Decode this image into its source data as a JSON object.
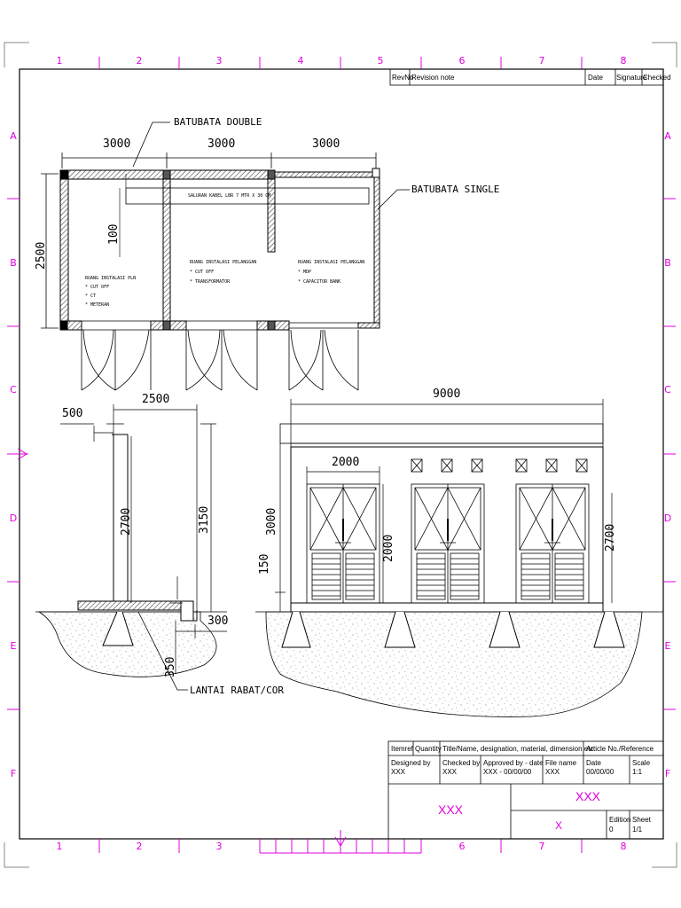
{
  "frame": {
    "zone_columns": [
      "1",
      "2",
      "3",
      "4",
      "5",
      "6",
      "7",
      "8"
    ],
    "zone_rows": [
      "A",
      "B",
      "C",
      "D",
      "E",
      "F"
    ],
    "accent_color": "#e000e0"
  },
  "revision_table": {
    "rev_no": "RevNo",
    "revision_note": "Revision note",
    "date": "Date",
    "signature": "Signature",
    "checked": "Checked"
  },
  "plan": {
    "dim_top": [
      "3000",
      "3000",
      "3000"
    ],
    "dim_side": "2500",
    "dim_inner": "100",
    "label_double": "BATUBATA DOUBLE",
    "label_single": "BATUBATA SINGLE",
    "cable_note": "SALURAN KABEL LBR 7 MTR X 30 CM",
    "room1": {
      "title": "RUANG INSTALASI PLN",
      "items": [
        "* CUT OFF",
        "* CT",
        "* METERAN"
      ]
    },
    "room2": {
      "title": "RUANG INSTALASI PELANGGAN",
      "items": [
        "* CUT OFF",
        "* TRANSFORMATOR"
      ]
    },
    "room3": {
      "title": "RUANG INSTALASI PELANGGAN",
      "items": [
        "* MDP",
        "* CAPACITOR BANK"
      ]
    }
  },
  "section": {
    "dim_width": "2500",
    "dim_overhang": "500",
    "dim_inner_height": "2700",
    "dim_total_height": "3150",
    "dim_footing_width": "300",
    "dim_footing_depth": "350",
    "label_floor": "LANTAI RABAT/COR"
  },
  "elevation": {
    "dim_width": "9000",
    "dim_door_width": "2000",
    "dim_height": "3000",
    "dim_door_height": "2000",
    "dim_plinth": "150",
    "dim_right_height": "2700"
  },
  "title_block": {
    "item_ref": "Itemref",
    "quantity": "Quantity",
    "title_hdr": "Title/Name, designation, material, dimension etc",
    "article_hdr": "Article No./Reference",
    "designed_by": "Designed by",
    "designed_val": "XXX",
    "checked_by": "Checked by",
    "checked_val": "XXX",
    "approved_by": "Approved by - date",
    "approved_val": "XXX - 00/00/00",
    "file_name": "File name",
    "file_val": "XXX",
    "date_lbl": "Date",
    "date_val": "00/00/00",
    "scale_lbl": "Scale",
    "scale_val": "1:1",
    "company": "XXX",
    "drawing_title": "XXX",
    "drawing_no": "X",
    "edition_lbl": "Edition",
    "edition_val": "0",
    "sheet_lbl": "Sheet",
    "sheet_val": "1/1"
  }
}
